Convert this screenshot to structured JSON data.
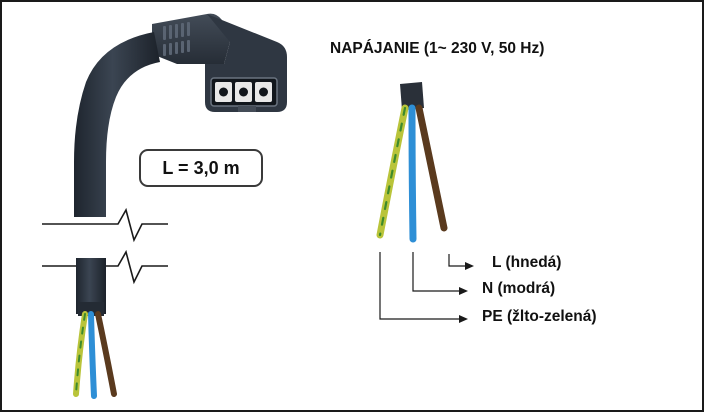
{
  "title": "NAPÁJANIE (1~ 230 V, 50 Hz)",
  "cable_length": "L = 3,0 m",
  "wires": [
    {
      "label": "L (hnedá)",
      "color": "#5a3a1e"
    },
    {
      "label": "N (modrá)",
      "color": "#2e8fd6"
    },
    {
      "label": "PE (žlto-zelená)",
      "color": "#b9c43a"
    }
  ],
  "colors": {
    "cable": "#2c3440",
    "plug": "#2f3742",
    "border": "#1a1a1a"
  }
}
